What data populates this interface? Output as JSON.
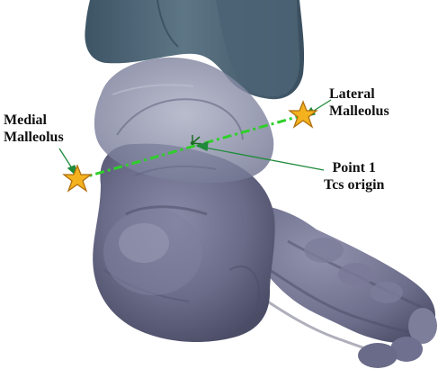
{
  "figure": {
    "labels": {
      "lateral": {
        "line1": "Lateral",
        "line2": "Malleolus"
      },
      "medial": {
        "line1": "Medial",
        "line2": "Malleolus"
      },
      "point": {
        "line1": "Point 1",
        "line2": "Tcs origin"
      }
    },
    "colors": {
      "tibia": "#4f6777",
      "tibia_dark": "#35495a",
      "foot": "#6d6e8c",
      "foot_dark": "#4d4e6a",
      "foot_light": "#9898b6",
      "talus_transparent": "#8a8ea6",
      "axis_line": "#2fcf2a",
      "leader": "#1e8a3a",
      "marker_fill": "#f4b21e",
      "marker_stroke": "#b07010"
    },
    "icons": {
      "markers": [
        "star-marker-icon",
        "star-marker-icon"
      ],
      "origin": "origin-triad-icon"
    }
  }
}
